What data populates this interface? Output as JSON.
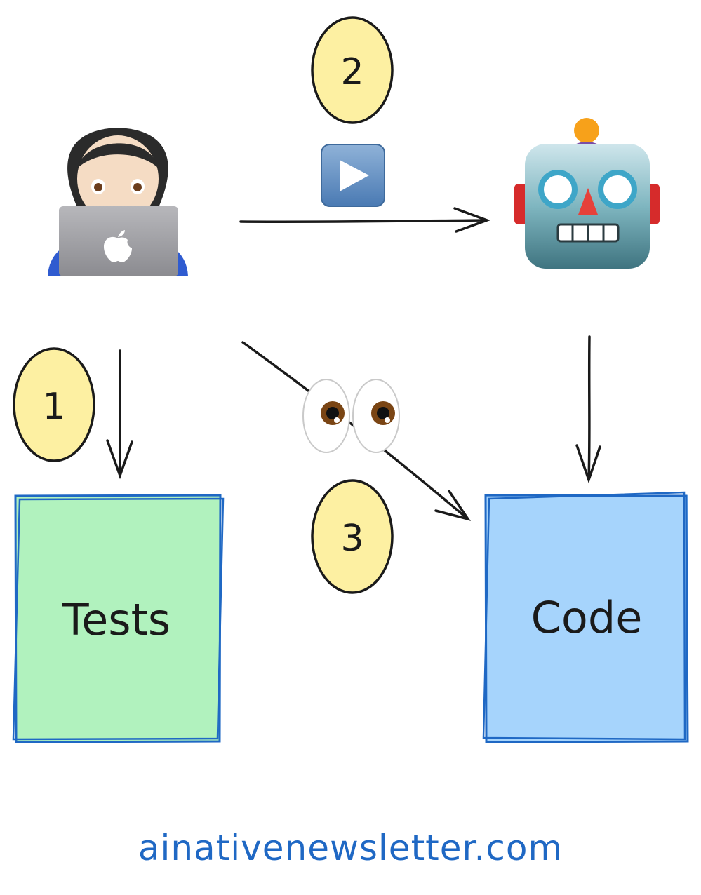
{
  "steps": [
    {
      "number": "1"
    },
    {
      "number": "2"
    },
    {
      "number": "3"
    }
  ],
  "boxes": {
    "tests": {
      "label": "Tests",
      "fill": "#b1f2be",
      "stroke": "#1f68c4"
    },
    "code": {
      "label": "Code",
      "fill": "#a6d4fc",
      "stroke": "#1f68c4"
    }
  },
  "badge_fill": "#fdf0a2",
  "footer": {
    "text": "ainativenewsletter.com",
    "color": "#1f68c4"
  },
  "icons": [
    "developer-laptop-icon",
    "play-button-icon",
    "robot-icon",
    "eyes-icon"
  ]
}
